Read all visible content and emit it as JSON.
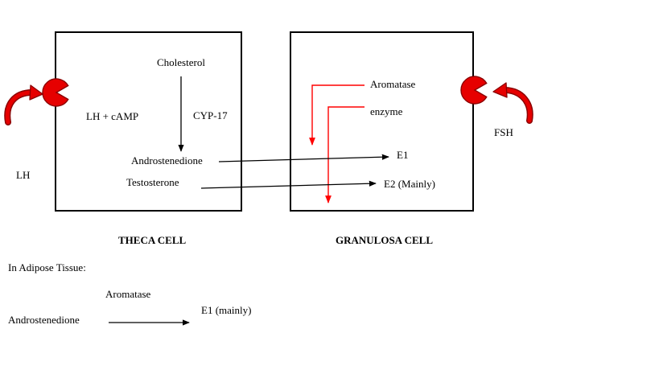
{
  "theca": {
    "title": "THECA CELL",
    "cholesterol": "Cholesterol",
    "lh_camp": "LH + cAMP",
    "cyp17": "CYP-17",
    "androstenedione": "Androstenedione",
    "testosterone": "Testosterone"
  },
  "granulosa": {
    "title": "GRANULOSA CELL",
    "aromatase": "Aromatase",
    "enzyme": "enzyme",
    "e1": "E1",
    "e2": "E2 (Mainly)"
  },
  "hormones": {
    "lh": "LH",
    "fsh": "FSH"
  },
  "adipose": {
    "heading": "In Adipose Tissue:",
    "aromatase": "Aromatase",
    "androstenedione": "Androstenedione",
    "e1": "E1 (mainly)"
  },
  "icons": {
    "lh_receptor": "pacman-receptor-icon",
    "fsh_receptor": "pacman-receptor-icon",
    "hormone_arrow": "curved-arrow-icon"
  },
  "colors": {
    "text": "#000000",
    "line": "#000000",
    "pathway_red": "#ff0000",
    "receptor_red": "#e60000",
    "receptor_outline": "#8b0000"
  }
}
